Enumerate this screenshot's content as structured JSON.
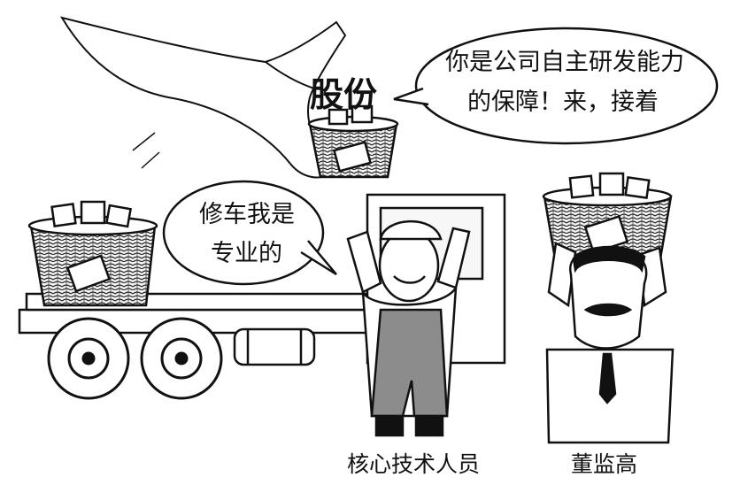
{
  "label_shares": "股份",
  "bubble_right": {
    "line1": "你是公司自主研发能力",
    "line2": "的保障！来，接着"
  },
  "bubble_left": {
    "line1": "修车我是",
    "line2": "专业的"
  },
  "caption_worker": "核心技术人员",
  "caption_executive": "董监高",
  "colors": {
    "ink": "#111111",
    "overalls": "#8c8c8c",
    "paper": "#ffffff",
    "shade": "#c8c8c8"
  }
}
